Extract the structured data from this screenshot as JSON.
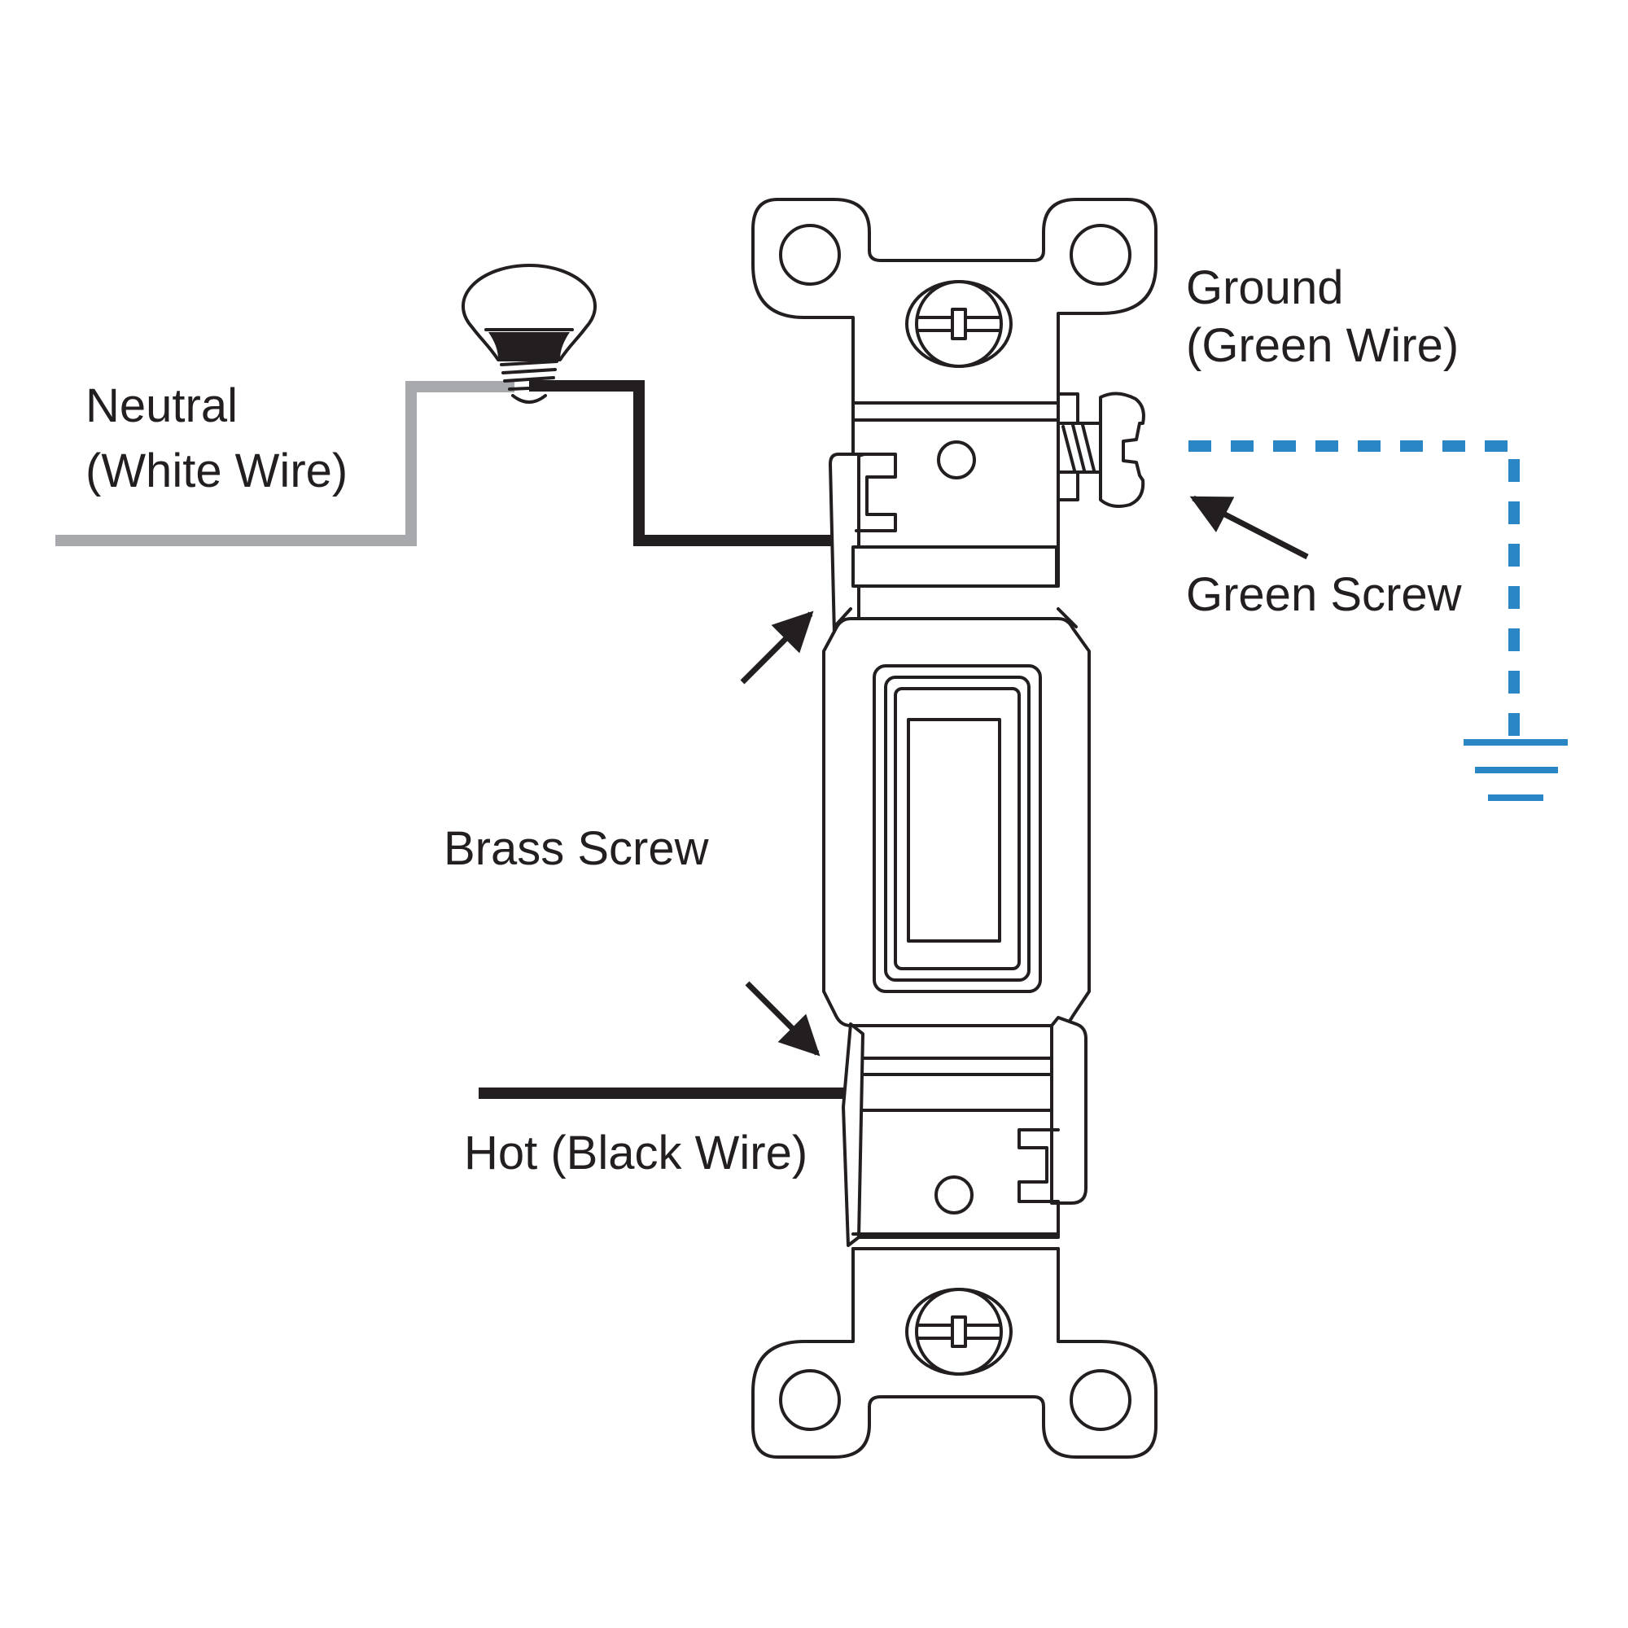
{
  "labels": {
    "neutral_line1": "Neutral",
    "neutral_line2": "(White Wire)",
    "ground_line1": "Ground",
    "ground_line2": "(Green Wire)",
    "green_screw": "Green Screw",
    "brass_screw": "Brass Screw",
    "hot": "Hot (Black Wire)"
  },
  "colors": {
    "neutral_wire": "#a7a9ac",
    "hot_wire": "#231f20",
    "ground_wire": "#2b86c5",
    "outline": "#231f20"
  },
  "icons": [
    "light-bulb-icon",
    "ground-symbol-icon",
    "arrow-icon"
  ]
}
